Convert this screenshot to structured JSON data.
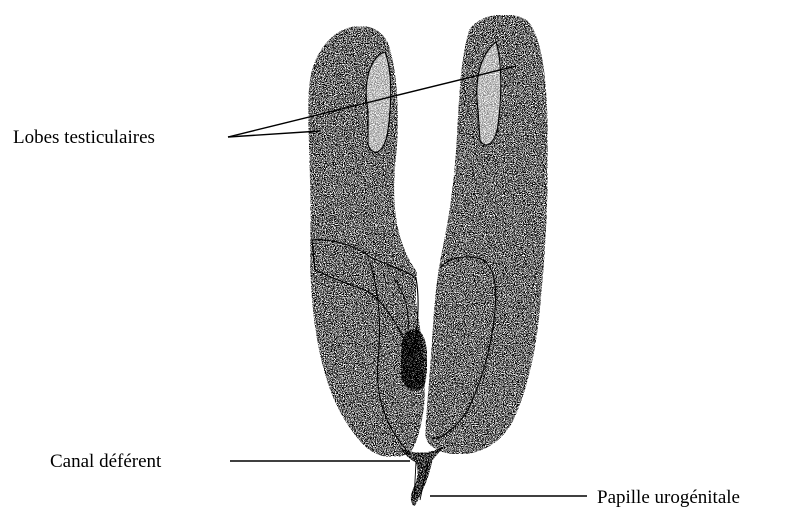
{
  "labels": {
    "lobes": "Lobes testiculaires",
    "canal": "Canal déférent",
    "papille": "Papille urogénitale"
  },
  "colors": {
    "ink": "#000000",
    "paper": "#ffffff",
    "stipple": "#1a1a1a"
  }
}
